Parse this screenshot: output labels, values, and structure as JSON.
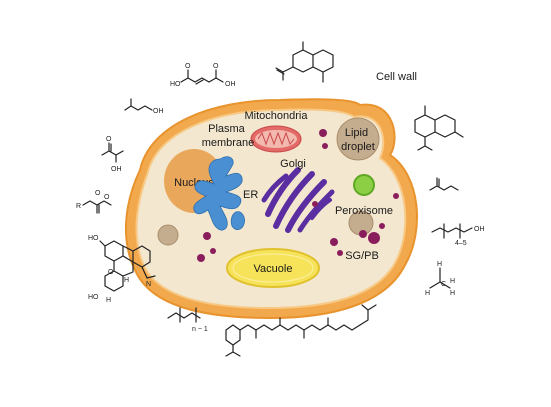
{
  "labels": {
    "cell_wall": "Cell wall",
    "mitochondria": "Mitochondria",
    "plasma_membrane_1": "Plasma",
    "plasma_membrane_2": "membrane",
    "lipid_droplet_1": "Lipid",
    "lipid_droplet_2": "droplet",
    "nucleus": "Nucleus",
    "golgi": "Golgi",
    "er": "ER",
    "peroxisome": "Peroxisome",
    "vacuole": "Vacuole",
    "sg_pb": "SG/PB"
  },
  "molecule_labels": {
    "ho_1": "HO",
    "oh_1": "OH",
    "o_1": "O",
    "o_2": "O",
    "oh_2": "OH",
    "oh_3": "OH",
    "o_3": "O",
    "r": "R",
    "o_4": "O",
    "o_5": "O",
    "ho_2": "HO",
    "o_6": "O",
    "h_1": "H",
    "n_1": "N",
    "ho_3": "HO",
    "h_2": "H",
    "n_minus_1": "n − 1",
    "oh_4": "OH",
    "range_4_5": "4–5",
    "h_3": "H",
    "h_4": "H",
    "c_1": "C",
    "h_5": "H",
    "h_6": "H"
  },
  "colors": {
    "cell_wall": "#f2a94e",
    "cytoplasm": "#f3e7cf",
    "nucleus": "#e9a75c",
    "er": "#4a8fd1",
    "golgi": "#5a2ea0",
    "mitochondria": "#e36a67",
    "lipid_droplet": "#c4ac8e",
    "peroxisome": "#8ccf45",
    "vacuole": "#f6e35a",
    "granules": "#8a1e5c"
  }
}
